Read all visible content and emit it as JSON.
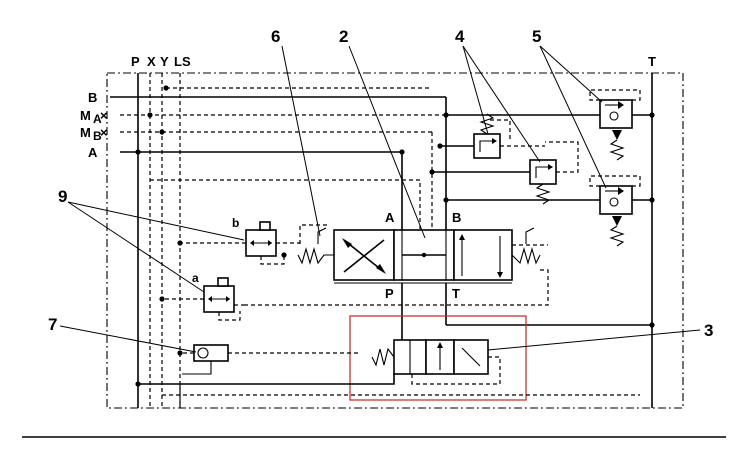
{
  "port_labels": {
    "P": "P",
    "X": "X",
    "Y": "Y",
    "LS": "LS",
    "T": "T",
    "B": "B",
    "MA": "M",
    "MA_sub": "A",
    "MB": "M",
    "MB_sub": "B",
    "A": "A"
  },
  "valve_labels": {
    "main_A": "A",
    "main_B": "B",
    "main_P": "P",
    "main_T": "T",
    "pilot_a": "a",
    "pilot_b": "b"
  },
  "callouts": {
    "n2": "2",
    "n3": "3",
    "n4": "4",
    "n5": "5",
    "n6": "6",
    "n7": "7",
    "n9": "9"
  },
  "colors": {
    "line": "#000000",
    "highlight_box": "#cc2222",
    "background": "#ffffff"
  }
}
